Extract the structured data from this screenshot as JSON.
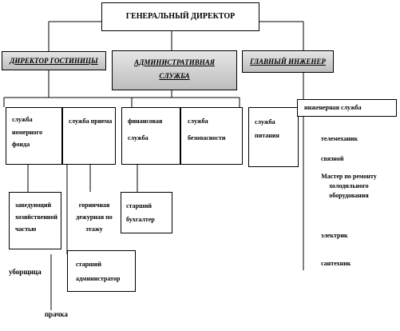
{
  "nodes": {
    "general_director": "ГЕНЕРАЛЬНЫЙ ДИРЕКТОР",
    "hotel_director": "ДИРЕКТОР ГОСТИНИЦЫ",
    "admin_service": "АДМИНИСТРАТИВНАЯ СЛУЖБА",
    "chief_engineer": "ГЛАВНЫЙ ИНЖЕНЕР",
    "room_fund_service": "служба номерного фонда",
    "reception_service": "служба приема",
    "finance_service": "финансовая служба",
    "security_service": "служба безопасности",
    "catering_service": "служба питания",
    "engineering_service": "инженерная служба",
    "housekeeping_manager": "заведующий хозяйственной частью",
    "floor_maid": "горничная дежурная по этажу",
    "senior_accountant": "старший бухгалтер",
    "senior_admin": "старший администратор",
    "cleaner": "уборщица",
    "laundress": "прачка",
    "telemechanic": "телемеханик",
    "signalman": "связной",
    "fridge_master": "Мастер по ремонту холодильного оборудования",
    "electrician": "электрик",
    "plumber": "сантехник"
  }
}
